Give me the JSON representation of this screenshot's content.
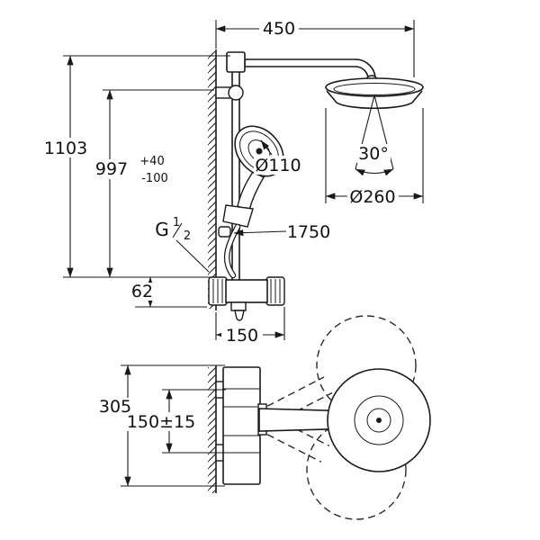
{
  "drawing": {
    "type": "technical-dimension-drawing",
    "colors": {
      "line": "#1a1a1a",
      "background": "#ffffff"
    },
    "labels": {
      "span_450": "450",
      "height_1103": "1103",
      "height_997": "997",
      "tolerance_plus": "+40",
      "tolerance_minus": "-100",
      "handshower_dia": "Ø110",
      "swivel_angle": "30°",
      "headshower_dia": "Ø260",
      "hose_length": "1750",
      "thread_letter": "G",
      "thread_numerator": "1",
      "thread_denominator": "2",
      "offset_62": "62",
      "width_150": "150",
      "height_305": "305",
      "supply_spacing": "150±15"
    }
  }
}
